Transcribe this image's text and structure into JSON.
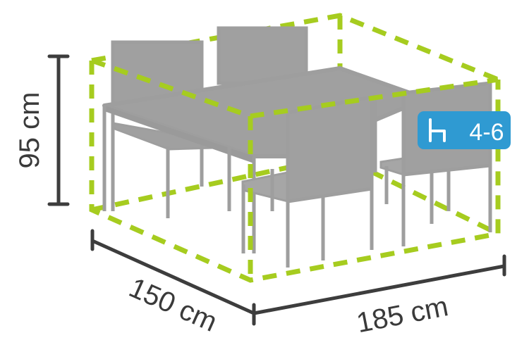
{
  "dimensions": {
    "height_label": "95 cm",
    "depth_label": "150 cm",
    "width_label": "185 cm"
  },
  "badge": {
    "icon": "chair-icon",
    "text": "4-6"
  },
  "colors": {
    "dimension_lines": "#3d3d3d",
    "cover_outline": "#a6cc1f",
    "furniture_frame": "#9e9e9e",
    "furniture_fill": "#a0a0a0",
    "badge_background": "#2f9ad2",
    "badge_text": "#ffffff"
  }
}
